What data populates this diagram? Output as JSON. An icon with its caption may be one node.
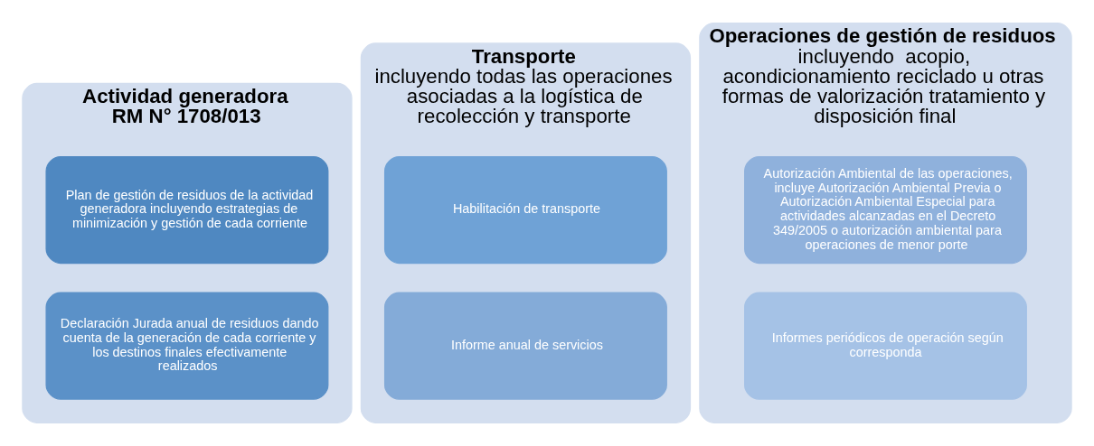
{
  "diagram": {
    "nodes": [
      {
        "text": [
          "Actividad generadora",
          "RM N° 1708/013"
        ]
      },
      {
        "text": [
          "Plan de gestión de residuos de la actividad generadora incluyendo estrategias de minimización y gestión de cada corriente"
        ],
        "in": 0
      },
      {
        "text": [
          "Declaración Jurada anual de residuos dando cuenta de la generación de cada corriente y los destinos finales efectivamente realizados"
        ],
        "in": 0
      },
      {
        "text": [
          "Transporte",
          "incluyendo todas las operaciones asociadas a la logística de recolección y transporte"
        ]
      },
      {
        "text": [
          "Habilitación de transporte"
        ],
        "in": 3
      },
      {
        "text": [
          "Informe anual de servicios"
        ],
        "in": 3
      },
      {
        "text": [
          "Operaciones de gestión de residuos",
          "incluyendo  acopio, acondicionamiento reciclado u otras formas de valorización tratamiento y disposición final"
        ]
      },
      {
        "text": [
          "Autorización Ambiental de las operaciones, incluye Autorización Ambiental Previa o Autorización Ambiental Especial para actividades alcanzadas en el Decreto 349/2005 o autorización ambiental para operaciones de menor porte"
        ],
        "in": 6
      },
      {
        "text": [
          "Informes periódicos de operación según corresponda"
        ],
        "in": 6
      }
    ],
    "edges": []
  }
}
